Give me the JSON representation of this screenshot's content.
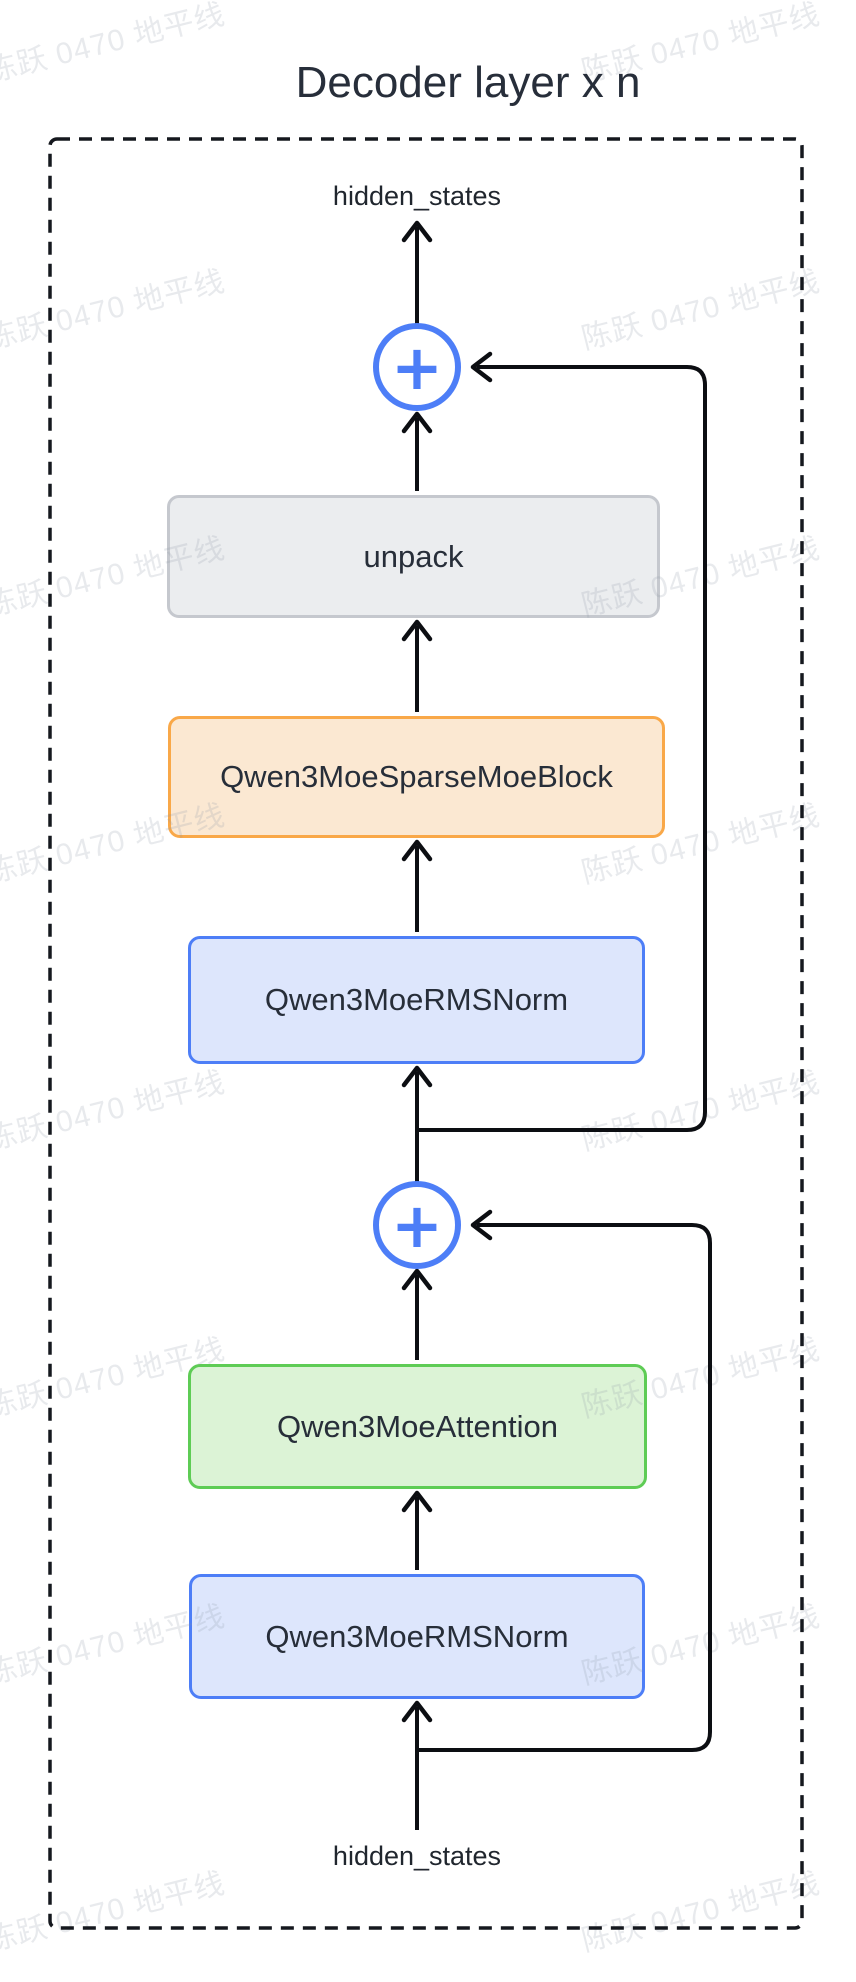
{
  "title": "Decoder layer x n",
  "io_labels": {
    "top": "hidden_states",
    "bottom": "hidden_states"
  },
  "nodes": [
    {
      "id": "unpack",
      "label": "unpack"
    },
    {
      "id": "sparse-moe",
      "label": "Qwen3MoeSparseMoeBlock"
    },
    {
      "id": "post-attn-norm",
      "label": "Qwen3MoeRMSNorm"
    },
    {
      "id": "attention",
      "label": "Qwen3MoeAttention"
    },
    {
      "id": "input-norm",
      "label": "Qwen3MoeRMSNorm"
    }
  ],
  "operators": {
    "add": "+"
  },
  "watermark": {
    "text": "陈跃 0470 地平线"
  },
  "colors": {
    "add_circle": "#4d7ef7",
    "norm_border": "#4d7ef7",
    "norm_fill": "#dde6fc",
    "moe_border": "#f9a848",
    "moe_fill": "#fbe8d2",
    "attention_border": "#5ecc55",
    "attention_fill": "#dcf3d6",
    "unpack_border": "#c5c8ce",
    "unpack_fill": "#ebedef",
    "line": "#0c0e12",
    "text": "#272e3a"
  }
}
